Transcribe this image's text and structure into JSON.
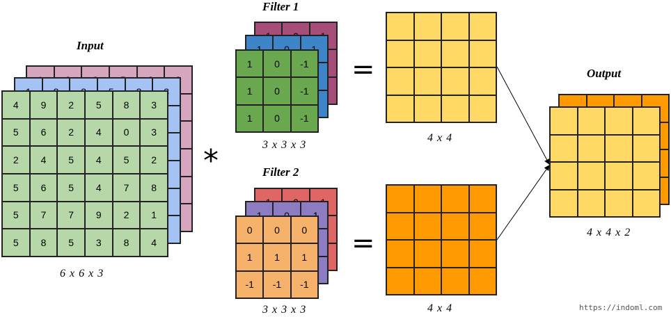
{
  "input": {
    "title": "Input",
    "dims": "6 x 6 x 3",
    "colors": [
      "#d5a6bd",
      "#a4c2f4",
      "#b6d7a8"
    ],
    "layer_back": [
      [
        "1",
        "2",
        "3",
        "5",
        "3",
        "2"
      ],
      [
        "",
        "",
        "",
        "",
        "",
        ""
      ],
      [
        "",
        "",
        "",
        "",
        "",
        ""
      ],
      [
        "",
        "",
        "",
        "",
        "",
        ""
      ],
      [
        "",
        "",
        "",
        "",
        "",
        ""
      ],
      [
        "",
        "",
        "",
        "",
        "",
        ""
      ]
    ],
    "layer_mid": [
      [
        "1",
        "2",
        "3",
        "5",
        "2",
        "3"
      ],
      [
        "",
        "",
        "",
        "",
        "",
        ""
      ],
      [
        "",
        "",
        "",
        "",
        "",
        ""
      ],
      [
        "",
        "",
        "",
        "",
        "",
        ""
      ],
      [
        "",
        "",
        "",
        "",
        "",
        ""
      ],
      [
        "",
        "",
        "",
        "",
        "",
        ""
      ]
    ],
    "layer_front": [
      [
        "4",
        "9",
        "2",
        "5",
        "8",
        "3"
      ],
      [
        "5",
        "6",
        "2",
        "4",
        "0",
        "3"
      ],
      [
        "2",
        "4",
        "5",
        "4",
        "5",
        "2"
      ],
      [
        "5",
        "6",
        "5",
        "4",
        "7",
        "8"
      ],
      [
        "5",
        "7",
        "7",
        "9",
        "2",
        "1"
      ],
      [
        "5",
        "8",
        "5",
        "3",
        "8",
        "4"
      ]
    ]
  },
  "operator": "*",
  "equals": "=",
  "filter1": {
    "title": "Filter 1",
    "dims": "3 x 3 x 3",
    "colors": [
      "#a64d79",
      "#3d85c6",
      "#6aa84f"
    ],
    "layer_back": [
      [
        "1",
        "0",
        "1"
      ],
      [
        "",
        "",
        ""
      ],
      [
        "",
        "",
        ""
      ]
    ],
    "layer_mid": [
      [
        "1",
        "0",
        "1"
      ],
      [
        "",
        "",
        ""
      ],
      [
        "",
        "",
        ""
      ]
    ],
    "layer_front": [
      [
        "1",
        "0",
        "-1"
      ],
      [
        "1",
        "0",
        "-1"
      ],
      [
        "1",
        "0",
        "-1"
      ]
    ]
  },
  "filter2": {
    "title": "Filter 2",
    "dims": "3 x 3 x 3",
    "colors": [
      "#e06666",
      "#8e7cc3",
      "#f6b26b"
    ],
    "layer_back": [
      [
        "1",
        "0",
        "1"
      ],
      [
        "",
        "",
        ""
      ],
      [
        "",
        "",
        ""
      ]
    ],
    "layer_mid": [
      [
        "1",
        "0",
        "-1"
      ],
      [
        "",
        "",
        ""
      ],
      [
        "",
        "",
        ""
      ]
    ],
    "layer_front": [
      [
        "0",
        "0",
        "0"
      ],
      [
        "1",
        "1",
        "1"
      ],
      [
        "-1",
        "-1",
        "-1"
      ]
    ]
  },
  "result1": {
    "dims": "4 x 4",
    "color": "#ffd966"
  },
  "result2": {
    "dims": "4 x 4",
    "color": "#ff9900"
  },
  "output": {
    "title": "Output",
    "dims": "4 x 4 x 2",
    "colors": [
      "#ff9900",
      "#ffd966"
    ]
  },
  "credit": "https://indoml.com"
}
